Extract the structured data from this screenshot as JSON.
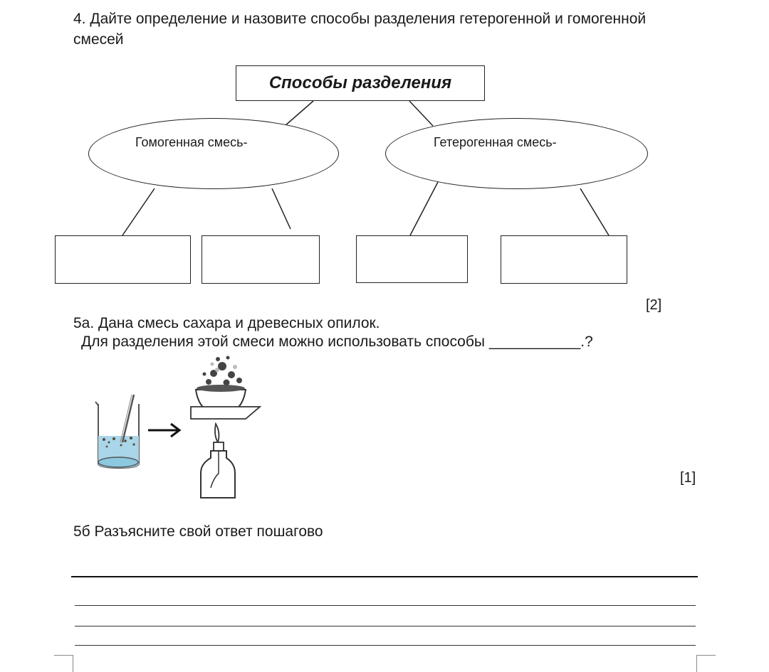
{
  "question4": {
    "text": "4. Дайте определение  и назовите способы разделения гетерогенной и гомогенной смесей",
    "diagram": {
      "title": "Способы разделения",
      "left_node": "Гомогенная смесь-",
      "right_node": "Гетерогенная смесь-"
    },
    "score": "[2]"
  },
  "question5a": {
    "line1": "5а.   Дана смесь сахара и древесных опилок.",
    "line2": "Для разделения этой  смеси можно использовать способы ___________.?",
    "score": "[1]"
  },
  "question5b": {
    "text": "5б  Разъясните свой ответ пошагово"
  }
}
